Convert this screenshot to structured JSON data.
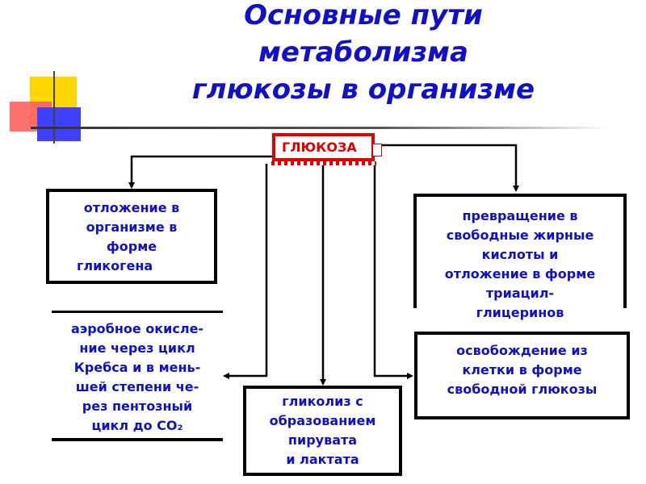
{
  "title": {
    "line1": "Основные пути",
    "line2": "метаболизма",
    "line3": "глюкозы в организме"
  },
  "center": {
    "label": "ГЛЮКОЗА"
  },
  "boxes": {
    "glycogen": {
      "lines": [
        "отложение в",
        "организме в",
        "форме",
        "гликогена"
      ]
    },
    "fatty_acids": {
      "lines": [
        "превращение в",
        "свободные жирные",
        "кислоты и",
        "отложение в форме",
        "триацил-",
        "глицеринов"
      ]
    },
    "aerobic": {
      "lines": [
        "аэробное окисле-",
        "ние через цикл",
        "Кребса и в мень-",
        "шей степени че-",
        "рез пентозный",
        "цикл до CO₂"
      ]
    },
    "release": {
      "lines": [
        "освобождение из",
        "клетки в форме",
        "свободной глюкозы"
      ]
    },
    "glycolysis": {
      "lines": [
        "гликолиз с",
        "образованием",
        "пирувата",
        "и лактата"
      ]
    }
  },
  "colors": {
    "title": "#1010c8",
    "text": "#1010c8",
    "accent": "#e00000"
  }
}
